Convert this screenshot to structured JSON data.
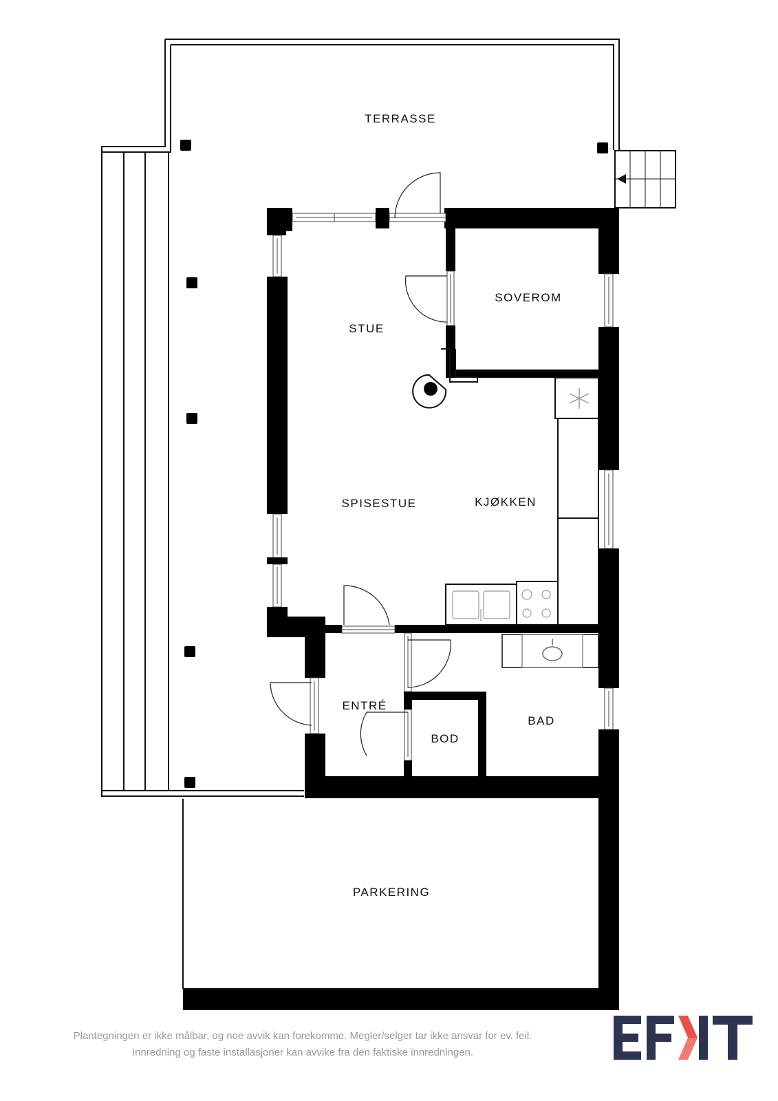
{
  "floor_plan": {
    "rooms": {
      "terrasse": "TERRASSE",
      "soverom": "SOVEROM",
      "stue": "STUE",
      "spisestue": "SPISESTUE",
      "kjokken": "KJØKKEN",
      "entre": "ENTRÉ",
      "bod": "BOD",
      "bad": "BAD",
      "parkering": "PARKERING"
    },
    "colors": {
      "wall": "#000000",
      "line": "#111111",
      "fixture": "#888888"
    }
  },
  "footer": {
    "disclaimer_line1": "Plantegningen er ikke målbar, og noe avvik kan forekomme. Megler/selger tar ikke ansvar for ev. feil.",
    "disclaimer_line2": "Innredning og faste installasjoner kan avvike fra den faktiske innredningen.",
    "text_color": "#9a9a9a"
  },
  "logo": {
    "text": "EFKIT",
    "primary_color": "#2e3450",
    "accent_color": "#e8524a"
  }
}
